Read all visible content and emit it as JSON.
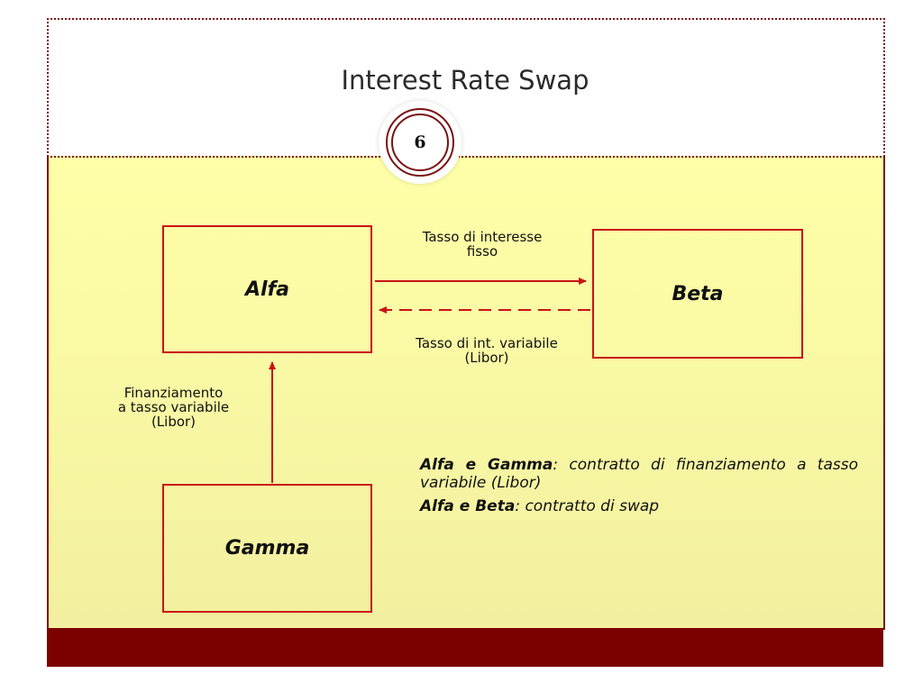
{
  "slide": {
    "title": "Interest Rate Swap",
    "page_number": "6"
  },
  "diagram": {
    "nodes": {
      "alfa": "Alfa",
      "beta": "Beta",
      "gamma": "Gamma"
    },
    "edges": {
      "fixed_rate": {
        "line1": "Tasso di interesse",
        "line2": "fisso"
      },
      "variable_rate": {
        "line1": "Tasso di int. variabile",
        "line2": "(Libor)"
      },
      "financing": {
        "line1": "Finanziamento",
        "line2": "a tasso variabile",
        "line3": "(Libor)"
      }
    }
  },
  "notes": {
    "item1_bold": "Alfa e Gamma",
    "item1_text": ": contratto di finanziamento a tasso variabile (Libor)",
    "item2_bold": "Alfa e Beta",
    "item2_text": ": contratto di swap"
  },
  "colors": {
    "accent": "#c81414",
    "frame": "#7a1212",
    "footer": "#7b0000",
    "content_bg": "#ffffa8"
  }
}
